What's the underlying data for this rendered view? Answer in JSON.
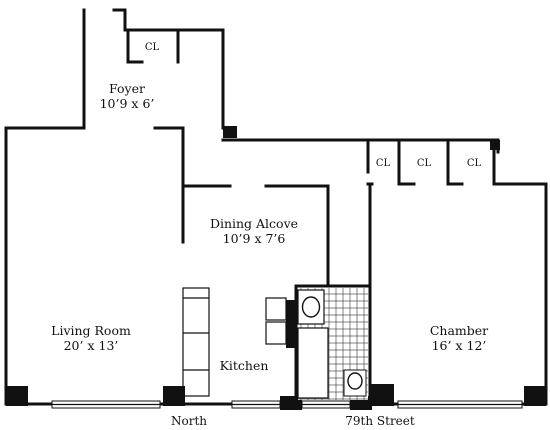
{
  "rooms": {
    "foyer": {
      "name": "Foyer",
      "dims": "10’9 x 6’"
    },
    "dining_alcove": {
      "name": "Dining Alcove",
      "dims": "10’9 x 7’6"
    },
    "living_room": {
      "name": "Living Room",
      "dims": "20’ x 13’"
    },
    "kitchen": {
      "name": "Kitchen"
    },
    "chamber": {
      "name": "Chamber",
      "dims": "16’ x 12’"
    }
  },
  "closets": {
    "foyer_closet": "CL",
    "closet_1": "CL",
    "closet_2": "CL",
    "closet_3": "CL"
  },
  "labels": {
    "north": "North",
    "street": "79th Street"
  }
}
